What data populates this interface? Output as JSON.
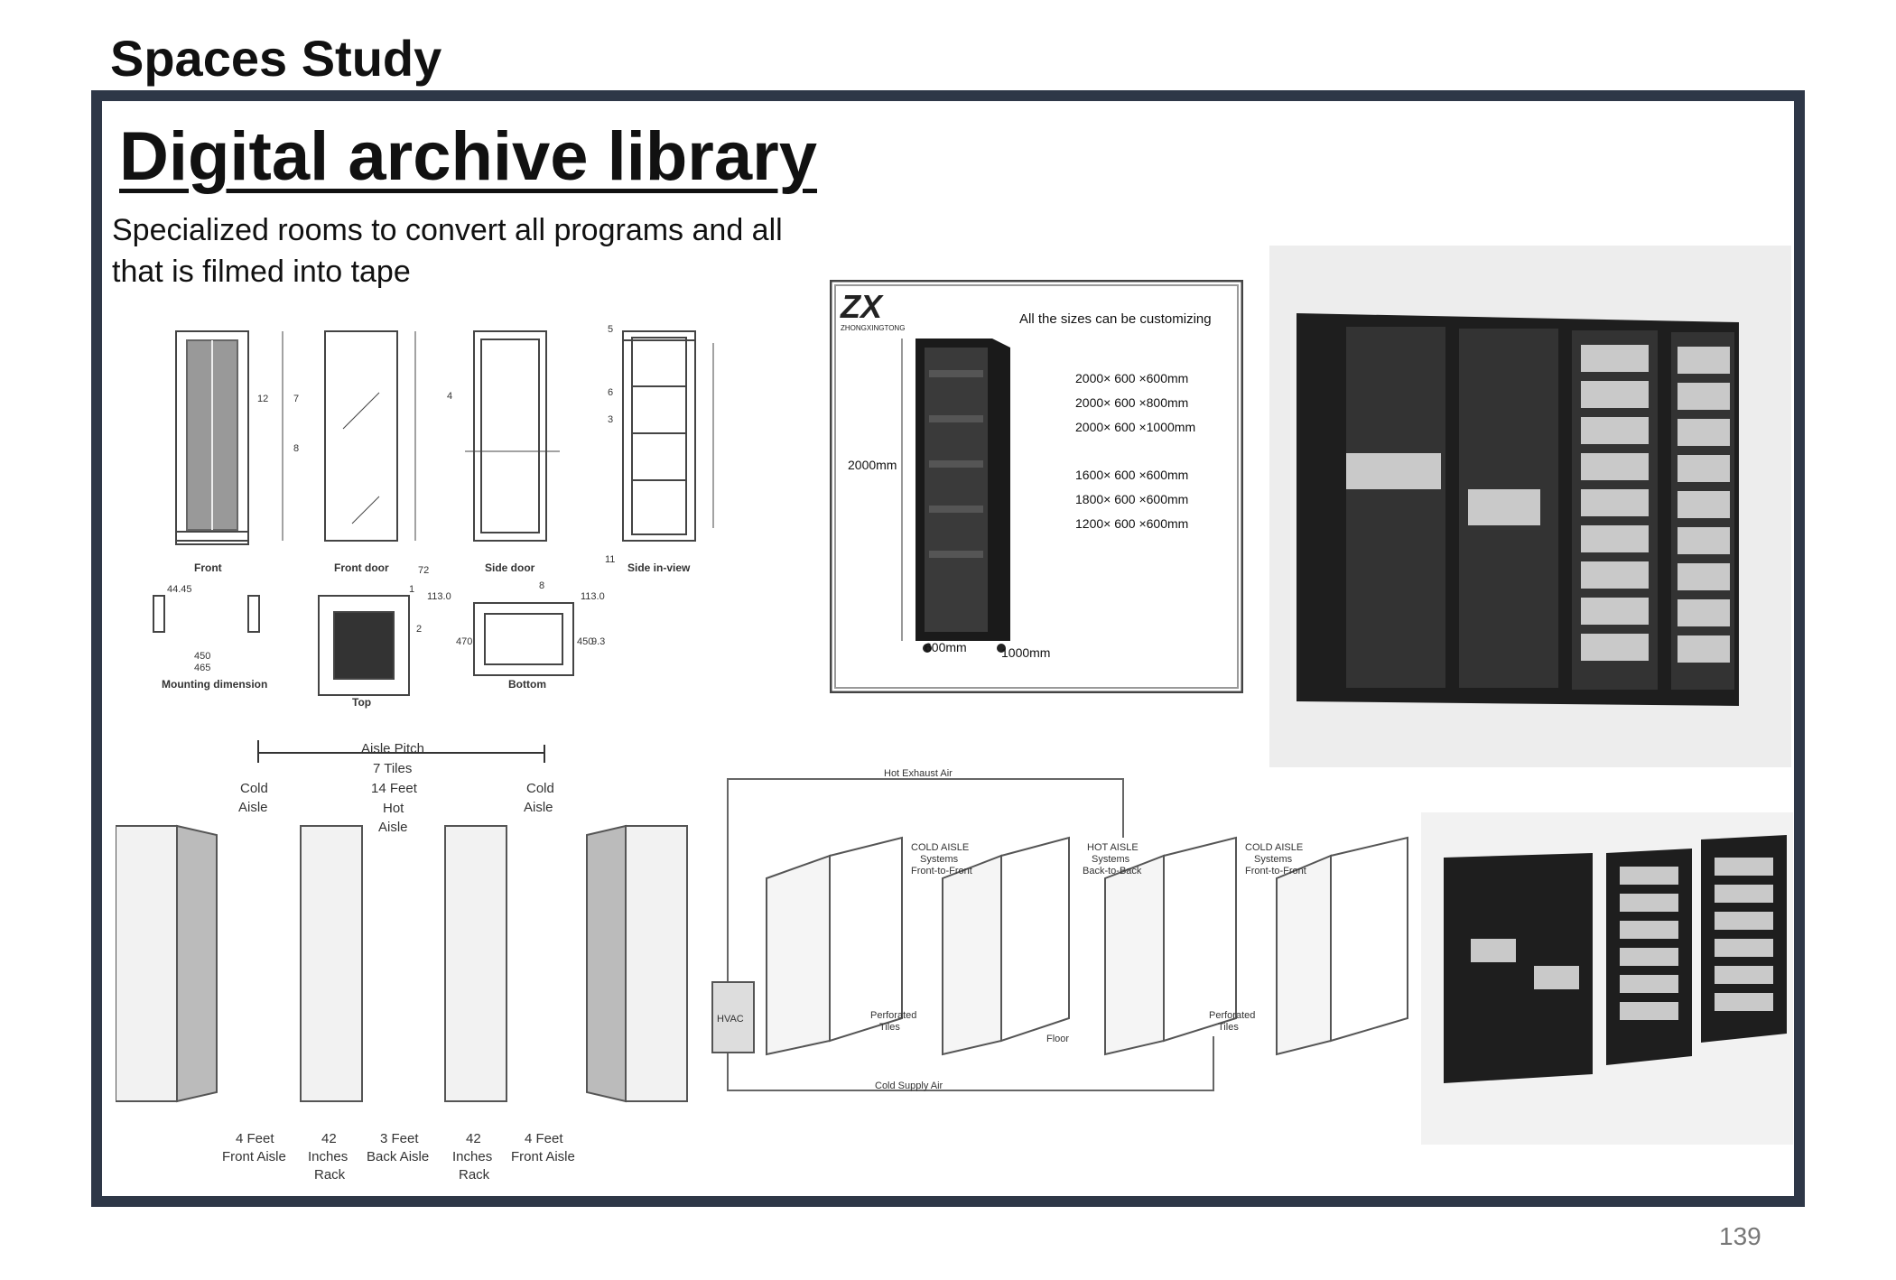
{
  "header": {
    "section_title": "Spaces Study",
    "page_number": "139"
  },
  "slide": {
    "title": "Digital archive library",
    "description": "Specialized rooms to convert all programs and all that is filmed into tape"
  },
  "cabinet_drawing": {
    "labels": {
      "front": "Front",
      "front_door": "Front door",
      "side_door": "Side door",
      "side_in_view": "Side in-view",
      "mounting": "Mounting dimension",
      "top": "Top",
      "bottom": "Bottom"
    },
    "dims": {
      "d1": "44.45",
      "d2": "450",
      "d3": "465",
      "d4": "113.0",
      "d5": "113.0",
      "d6": "470",
      "d7": "450",
      "d8": "9.3",
      "d9": "72"
    },
    "callouts": [
      "12",
      "7",
      "8",
      "4",
      "5",
      "6",
      "3",
      "11",
      "1",
      "2",
      "8"
    ]
  },
  "cabinet_product": {
    "brand": "ZX",
    "brand_sub": "ZHONGXINGTONG",
    "headline": "All the sizes can be customizing",
    "sizes": [
      "2000× 600 ×600mm",
      "2000× 600 ×800mm",
      "2000× 600 ×1000mm",
      "1600× 600 ×600mm",
      "1800× 600 ×600mm",
      "1200× 600 ×600mm"
    ],
    "height_label": "2000mm",
    "width_label": "600mm",
    "depth_label": "1000mm"
  },
  "aisle_diagram": {
    "aisle_pitch": [
      "Aisle Pitch",
      "7 Tiles",
      "14 Feet"
    ],
    "cold_aisle_left": [
      "Cold",
      "Aisle"
    ],
    "hot_aisle": [
      "Hot",
      "Aisle"
    ],
    "cold_aisle_right": [
      "Cold",
      "Aisle"
    ],
    "bottom": [
      [
        "4 Feet",
        "Front Aisle"
      ],
      [
        "42",
        "Inches",
        "Rack"
      ],
      [
        "3 Feet",
        "Back Aisle"
      ],
      [
        "42",
        "Inches",
        "Rack"
      ],
      [
        "4 Feet",
        "Front Aisle"
      ]
    ]
  },
  "airflow_diagram": {
    "hot_exhaust": "Hot Exhaust Air",
    "cold_supply": "Cold Supply Air",
    "hvac": "HVAC",
    "floor": "Floor",
    "perforated_left": [
      "Perforated",
      "Tiles"
    ],
    "perforated_right": [
      "Perforated",
      "Tiles"
    ],
    "cold_aisle_1": [
      "COLD AISLE",
      "Systems",
      "Front-to-Front"
    ],
    "hot_aisle": [
      "HOT AISLE",
      "Systems",
      "Back-to-Back"
    ],
    "cold_aisle_2": [
      "COLD AISLE",
      "Systems",
      "Front-to-Front"
    ]
  },
  "colors": {
    "frame": "#2e3747",
    "rack": "#1e1e1e",
    "panel": "#c9c9c9"
  }
}
